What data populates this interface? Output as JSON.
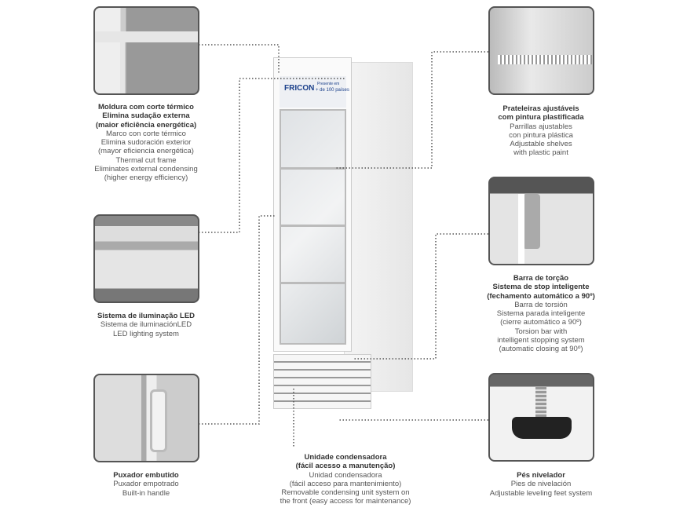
{
  "brand": {
    "logo": "FRICON",
    "badge_line1": "Presente em",
    "badge_line2": "+ de 100 países"
  },
  "features": [
    {
      "id": "frame",
      "bold": [
        "Moldura com corte térmico",
        "Elimina sudação externa",
        "(maior eficiência energética)"
      ],
      "lines": [
        "Marco con corte térmico",
        "Elimina sudoración exterior",
        "(mayor eficiencia energética)",
        "Thermal cut frame",
        "Eliminates external condensing",
        "(higher energy efficiency)"
      ]
    },
    {
      "id": "led",
      "bold": [
        "Sistema de iluminação LED"
      ],
      "lines": [
        "Sistema de iluminaciónLED",
        "LED lighting system"
      ]
    },
    {
      "id": "handle",
      "bold": [
        "Puxador embutido"
      ],
      "lines": [
        "Puxador empotrado",
        "Built-in handle"
      ]
    },
    {
      "id": "shelves",
      "bold": [
        "Prateleiras ajustáveis",
        "com pintura plastificada"
      ],
      "lines": [
        "Parrillas ajustables",
        "con pintura plástica",
        "Adjustable shelves",
        "with plastic paint"
      ]
    },
    {
      "id": "torsion",
      "bold": [
        "Barra de torção",
        "Sistema de stop inteligente",
        "(fechamento automático a 90º)"
      ],
      "lines": [
        "Barra de torsión",
        "Sistema parada inteligente",
        "(cierre automático a 90º)",
        "Torsion bar with",
        "intelligent stopping system",
        "(automatic closing at 90º)"
      ]
    },
    {
      "id": "condenser",
      "bold": [
        "Unidade condensadora",
        "(fácil acesso a manutenção)"
      ],
      "lines": [
        "Unidad condensadora",
        "(fácil acceso para mantenimiento)",
        "Removable condensing unit system on",
        "the front (easy access for maintenance)"
      ]
    },
    {
      "id": "feet",
      "bold": [
        "Pés nivelador"
      ],
      "lines": [
        "Pies de nivelación",
        "Adjustable leveling feet system"
      ]
    }
  ]
}
